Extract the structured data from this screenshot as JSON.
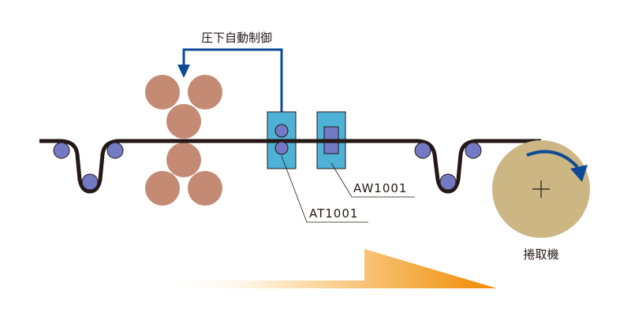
{
  "labels": {
    "feedback": "圧下自動制御",
    "thickness_gauge": "AT1001",
    "width_gauge": "AW1001",
    "winder": "捲取機"
  },
  "colors": {
    "strip": "#231815",
    "roll": "#c48a73",
    "guide_roller": "#7379c2",
    "sensor": "#4eb2d6",
    "feedback_arrow": "#0e4a96",
    "winder_face": "#ccb684",
    "winder_arrow": "#0e4a96",
    "flow_arrow_start": "#ffffff",
    "flow_arrow_end": "#ef8a00"
  }
}
